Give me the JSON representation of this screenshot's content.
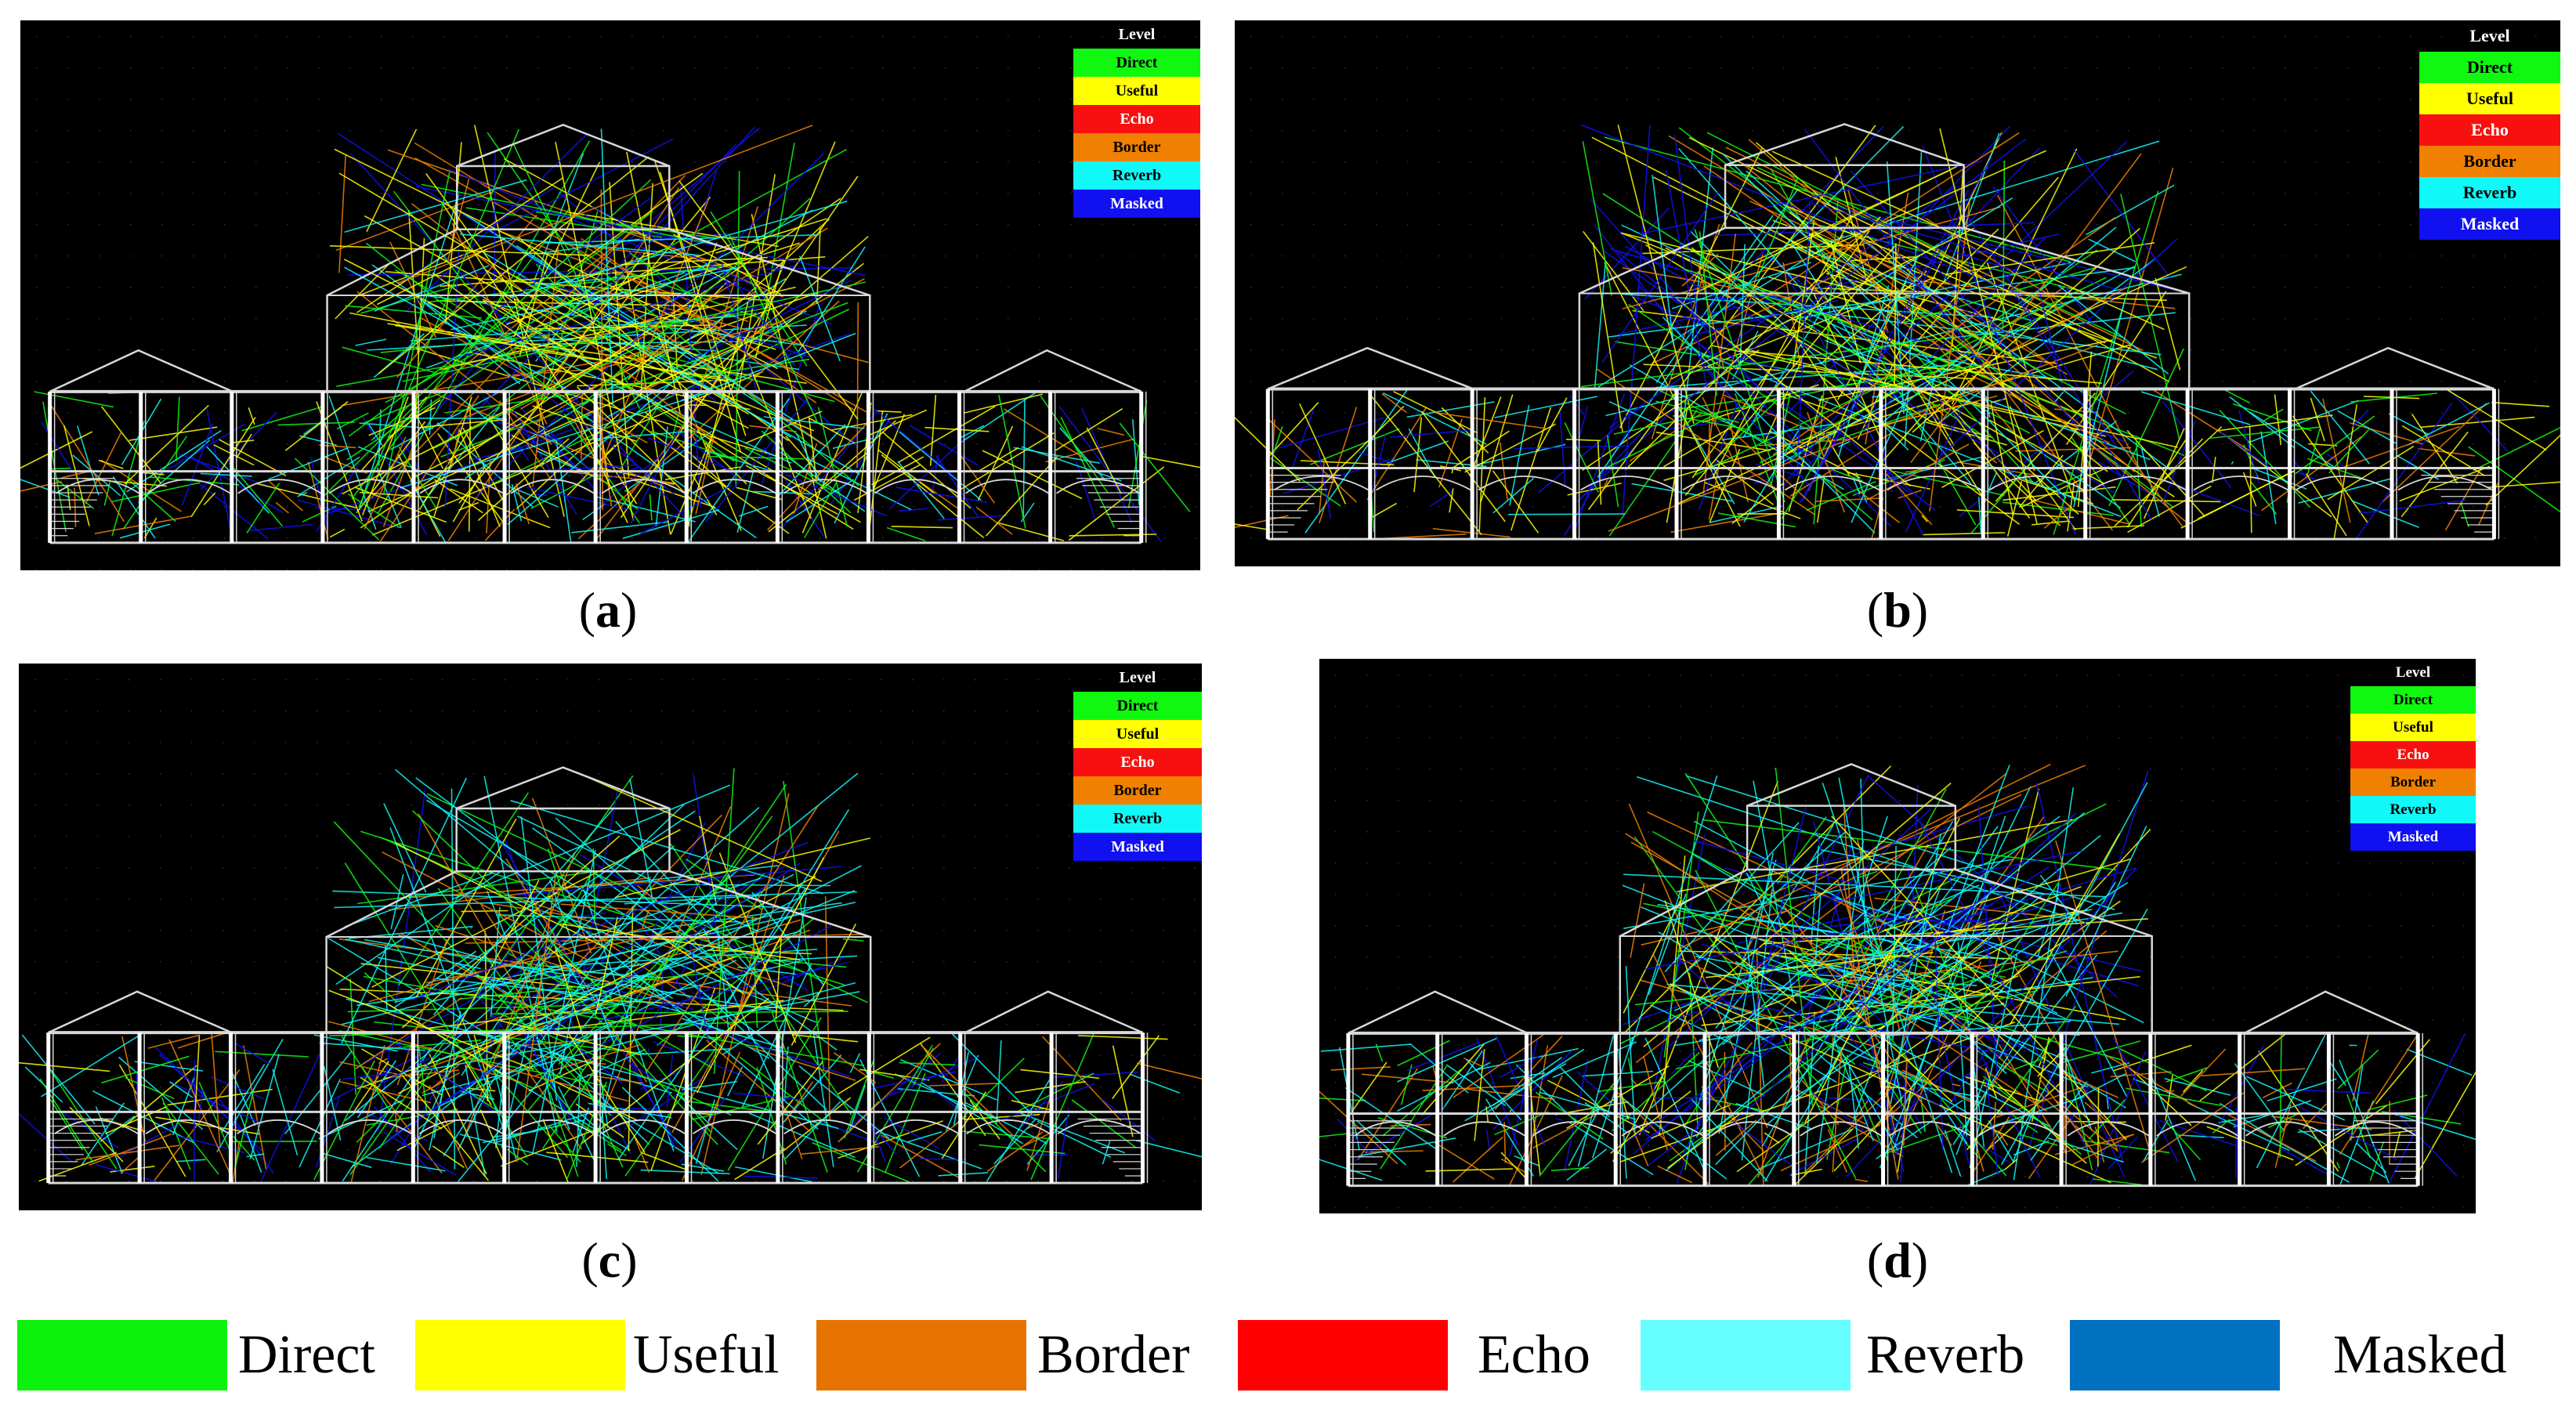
{
  "panels": [
    {
      "id": "a",
      "caption": "a"
    },
    {
      "id": "b",
      "caption": "b"
    },
    {
      "id": "c",
      "caption": "c"
    },
    {
      "id": "d",
      "caption": "d"
    }
  ],
  "mini_legend": {
    "title": "Level",
    "items": [
      {
        "label": "Direct",
        "color": "#10f810",
        "text_color": "#000000"
      },
      {
        "label": "Useful",
        "color": "#ffff00",
        "text_color": "#000000"
      },
      {
        "label": "Echo",
        "color": "#f81010",
        "text_color": "#ffffff"
      },
      {
        "label": "Border",
        "color": "#f08000",
        "text_color": "#000000"
      },
      {
        "label": "Reverb",
        "color": "#10f8f8",
        "text_color": "#000000"
      },
      {
        "label": "Masked",
        "color": "#1010f0",
        "text_color": "#ffffff"
      }
    ]
  },
  "bottom_legend": [
    {
      "label": "Direct",
      "color": "#0df20d"
    },
    {
      "label": "Useful",
      "color": "#ffff00"
    },
    {
      "label": "Border",
      "color": "#e67300"
    },
    {
      "label": "Echo",
      "color": "#ff0000"
    },
    {
      "label": "Reverb",
      "color": "#66ffff"
    },
    {
      "label": "Masked",
      "color": "#0070c0"
    }
  ]
}
